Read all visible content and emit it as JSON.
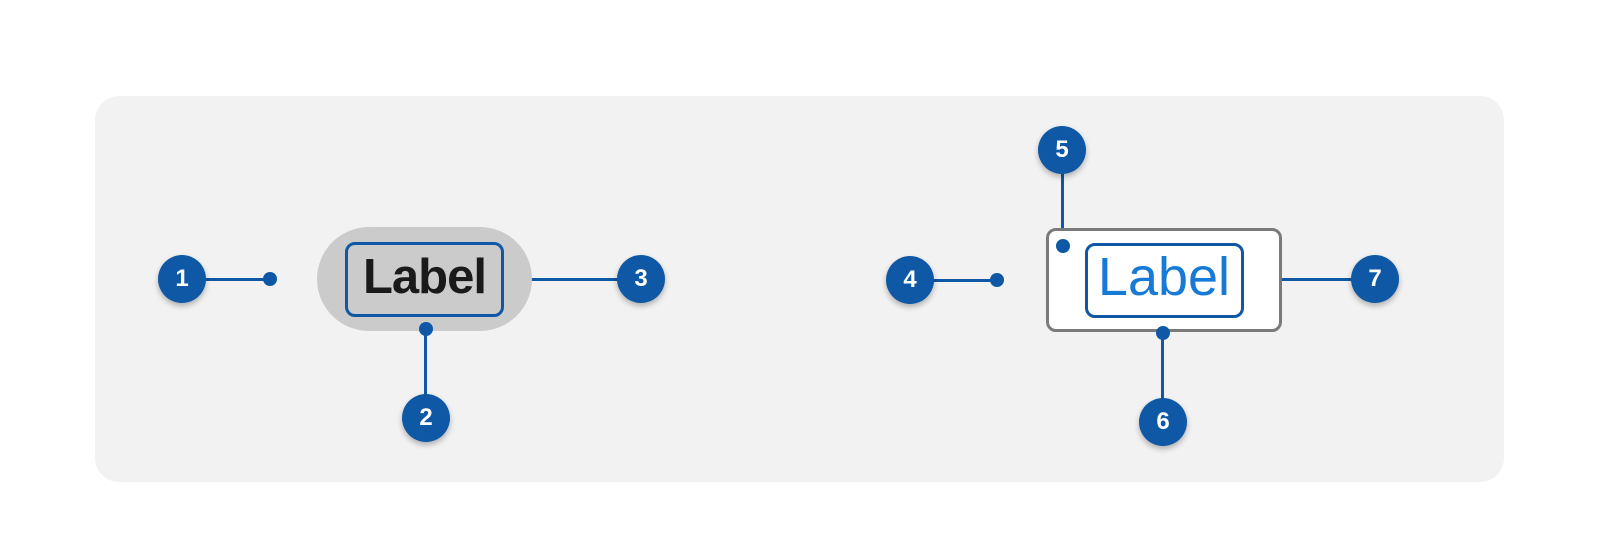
{
  "colors": {
    "accent_blue": "#0e58a5",
    "label_blue": "#177ad6",
    "pill_gray": "#cbcbcb",
    "border_gray": "#7a7a7a",
    "panel_gray": "#f2f2f2",
    "text_black": "#1a1a1a"
  },
  "pill_button": {
    "label": "Label"
  },
  "outline_button": {
    "label": "Label"
  },
  "callouts": [
    {
      "number": "1"
    },
    {
      "number": "2"
    },
    {
      "number": "3"
    },
    {
      "number": "4"
    },
    {
      "number": "5"
    },
    {
      "number": "6"
    },
    {
      "number": "7"
    }
  ]
}
